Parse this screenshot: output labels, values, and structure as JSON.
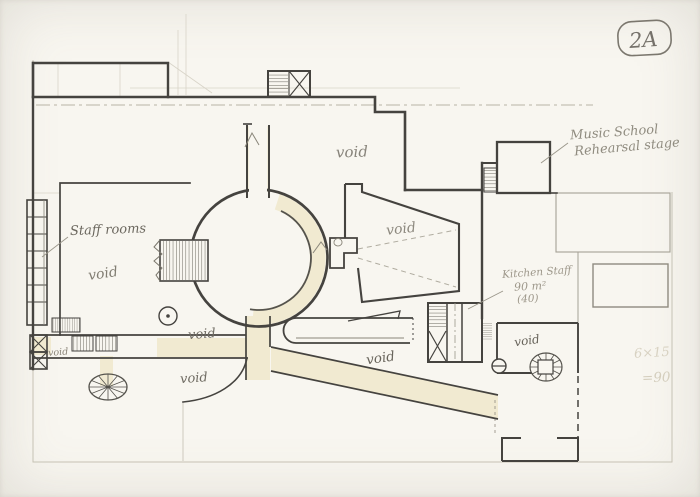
{
  "sheet": {
    "kind": "hand-drawn architectural floor plan sketch",
    "badge": {
      "label": "2A"
    }
  },
  "colors": {
    "paper": "#f8f6f0",
    "pencil_dark": "#45433f",
    "pencil_mid": "#7a766c",
    "pencil_light": "#b8b4a6",
    "highlight_cream": "#f1ead1",
    "handwriting": "#6e6a60",
    "handwriting_faint": "#d6d0c0"
  },
  "labels": {
    "music_school": {
      "line1": "Music School",
      "line2": "Rehearsal stage"
    },
    "staff_rooms": "Staff rooms",
    "kitchen": {
      "line1": "Kitchen Staff",
      "line2": "90 m²",
      "line3": "(40)"
    },
    "calc": {
      "line1": "6×15",
      "line2": "=90"
    }
  },
  "void_labels": [
    {
      "id": "hall-upper",
      "text": "void"
    },
    {
      "id": "staff-room",
      "text": "void"
    },
    {
      "id": "auditorium",
      "text": "void"
    },
    {
      "id": "corridor-left",
      "text": "void"
    },
    {
      "id": "corridor-mid",
      "text": "void"
    },
    {
      "id": "room-lower-left",
      "text": "void"
    },
    {
      "id": "corridor-right",
      "text": "void"
    },
    {
      "id": "room-lower-right",
      "text": "void"
    }
  ]
}
